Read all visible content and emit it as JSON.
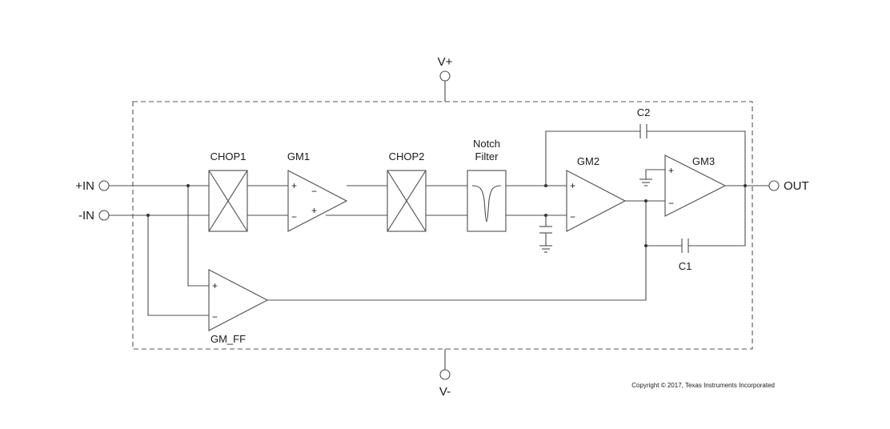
{
  "labels": {
    "vplus": "V+",
    "vminus": "V-",
    "in_plus": "+IN",
    "in_minus": "-IN",
    "out": "OUT",
    "chop1": "CHOP1",
    "gm1": "GM1",
    "chop2": "CHOP2",
    "notch_line1": "Notch",
    "notch_line2": "Filter",
    "gm2": "GM2",
    "gm3": "GM3",
    "c2": "C2",
    "c1": "C1",
    "gm_ff": "GM_FF",
    "plus": "+",
    "minus": "−"
  },
  "copyright": "Copyright © 2017, Texas Instruments Incorporated"
}
